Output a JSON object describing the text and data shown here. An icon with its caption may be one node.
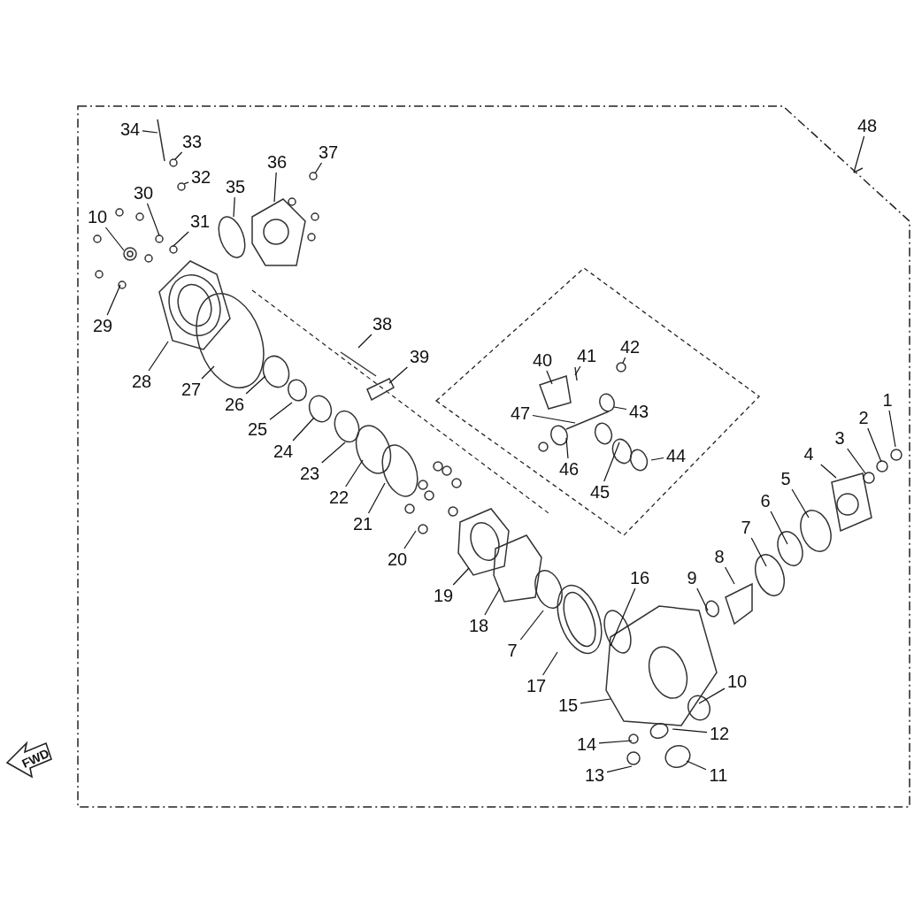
{
  "diagram": {
    "nodes": [
      {
        "text": [
          "34"
        ]
      },
      {
        "text": [
          "33"
        ]
      },
      {
        "text": [
          "32"
        ]
      },
      {
        "text": [
          "30"
        ]
      },
      {
        "text": [
          "31"
        ]
      },
      {
        "text": [
          "36"
        ]
      },
      {
        "text": [
          "37"
        ]
      },
      {
        "text": [
          "35"
        ]
      },
      {
        "text": [
          "10"
        ]
      },
      {
        "text": [
          "29"
        ]
      },
      {
        "text": [
          "38"
        ]
      },
      {
        "text": [
          "39"
        ]
      },
      {
        "text": [
          "28"
        ]
      },
      {
        "text": [
          "27"
        ]
      },
      {
        "text": [
          "26"
        ]
      },
      {
        "text": [
          "25"
        ]
      },
      {
        "text": [
          "24"
        ]
      },
      {
        "text": [
          "23"
        ]
      },
      {
        "text": [
          "22"
        ]
      },
      {
        "text": [
          "21"
        ]
      },
      {
        "text": [
          "20"
        ]
      },
      {
        "text": [
          "19"
        ]
      },
      {
        "text": [
          "18"
        ]
      },
      {
        "text": [
          "7"
        ]
      },
      {
        "text": [
          "17"
        ]
      },
      {
        "text": [
          "16"
        ]
      },
      {
        "text": [
          "15"
        ]
      },
      {
        "text": [
          "40"
        ]
      },
      {
        "text": [
          "41"
        ]
      },
      {
        "text": [
          "42"
        ]
      },
      {
        "text": [
          "43"
        ]
      },
      {
        "text": [
          "47"
        ]
      },
      {
        "text": [
          "46"
        ]
      },
      {
        "text": [
          "45"
        ]
      },
      {
        "text": [
          "44"
        ]
      },
      {
        "text": [
          "1"
        ]
      },
      {
        "text": [
          "2"
        ]
      },
      {
        "text": [
          "3"
        ]
      },
      {
        "text": [
          "4"
        ]
      },
      {
        "text": [
          "5"
        ]
      },
      {
        "text": [
          "6"
        ]
      },
      {
        "text": [
          "7"
        ]
      },
      {
        "text": [
          "8"
        ]
      },
      {
        "text": [
          "9"
        ]
      },
      {
        "text": [
          "10"
        ]
      },
      {
        "text": [
          "12"
        ]
      },
      {
        "text": [
          "14"
        ]
      },
      {
        "text": [
          "11"
        ]
      },
      {
        "text": [
          "13"
        ]
      },
      {
        "text": [
          "48"
        ]
      }
    ],
    "edges": [
      {
        "from": 0,
        "to": null,
        "arrow": "none"
      },
      {
        "from": 1,
        "to": null,
        "arrow": "none"
      },
      {
        "from": 2,
        "to": null,
        "arrow": "none"
      },
      {
        "from": 3,
        "to": null,
        "arrow": "none"
      },
      {
        "from": 4,
        "to": null,
        "arrow": "none"
      },
      {
        "from": 5,
        "to": null,
        "arrow": "none"
      },
      {
        "from": 6,
        "to": null,
        "arrow": "none"
      },
      {
        "from": 7,
        "to": null,
        "arrow": "none"
      },
      {
        "from": 8,
        "to": null,
        "arrow": "none"
      },
      {
        "from": 9,
        "to": null,
        "arrow": "none"
      },
      {
        "from": 10,
        "to": null,
        "arrow": "none"
      },
      {
        "from": 11,
        "to": null,
        "arrow": "none"
      },
      {
        "from": 12,
        "to": null,
        "arrow": "none"
      },
      {
        "from": 13,
        "to": null,
        "arrow": "none"
      },
      {
        "from": 14,
        "to": null,
        "arrow": "none"
      },
      {
        "from": 15,
        "to": null,
        "arrow": "none"
      },
      {
        "from": 16,
        "to": null,
        "arrow": "none"
      },
      {
        "from": 17,
        "to": null,
        "arrow": "none"
      },
      {
        "from": 18,
        "to": null,
        "arrow": "none"
      },
      {
        "from": 19,
        "to": null,
        "arrow": "none"
      },
      {
        "from": 20,
        "to": null,
        "arrow": "none"
      },
      {
        "from": 21,
        "to": null,
        "arrow": "none"
      },
      {
        "from": 22,
        "to": null,
        "arrow": "none"
      },
      {
        "from": 23,
        "to": null,
        "arrow": "none"
      },
      {
        "from": 24,
        "to": null,
        "arrow": "none"
      },
      {
        "from": 25,
        "to": null,
        "arrow": "none"
      },
      {
        "from": 26,
        "to": null,
        "arrow": "none"
      },
      {
        "from": 27,
        "to": null,
        "arrow": "none"
      },
      {
        "from": 28,
        "to": null,
        "arrow": "none"
      },
      {
        "from": 29,
        "to": null,
        "arrow": "none"
      },
      {
        "from": 30,
        "to": null,
        "arrow": "none"
      },
      {
        "from": 31,
        "to": null,
        "arrow": "none"
      },
      {
        "from": 32,
        "to": null,
        "arrow": "none"
      },
      {
        "from": 33,
        "to": null,
        "arrow": "none"
      },
      {
        "from": 34,
        "to": null,
        "arrow": "none"
      },
      {
        "from": 35,
        "to": null,
        "arrow": "none"
      },
      {
        "from": 36,
        "to": null,
        "arrow": "none"
      },
      {
        "from": 37,
        "to": null,
        "arrow": "none"
      },
      {
        "from": 38,
        "to": null,
        "arrow": "none"
      },
      {
        "from": 39,
        "to": null,
        "arrow": "none"
      },
      {
        "from": 40,
        "to": null,
        "arrow": "none"
      },
      {
        "from": 41,
        "to": null,
        "arrow": "none"
      },
      {
        "from": 42,
        "to": null,
        "arrow": "none"
      },
      {
        "from": 43,
        "to": null,
        "arrow": "none"
      },
      {
        "from": 44,
        "to": null,
        "arrow": "none"
      },
      {
        "from": 45,
        "to": null,
        "arrow": "none"
      },
      {
        "from": 46,
        "to": null,
        "arrow": "none"
      },
      {
        "from": 47,
        "to": null,
        "arrow": "none"
      },
      {
        "from": 48,
        "to": null,
        "arrow": "none"
      },
      {
        "from": 49,
        "to": null,
        "arrow": "none"
      }
    ],
    "labels": [
      "FWD"
    ]
  }
}
